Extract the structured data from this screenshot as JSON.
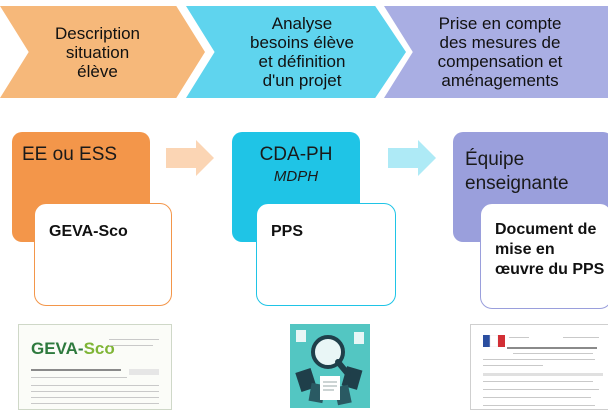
{
  "chevrons": [
    {
      "lines": [
        "Description",
        "situation",
        "élève"
      ],
      "color": "#f6b87a"
    },
    {
      "lines": [
        "Analyse",
        "besoins élève",
        "et définition",
        "d'un projet"
      ],
      "color": "#5fd4ee"
    },
    {
      "lines": [
        "Prise en compte",
        "des mesures de",
        "compensation et",
        "aménagements"
      ],
      "color": "#a9aee3"
    }
  ],
  "actors": [
    {
      "label": "EE ou ESS",
      "color": "#f3964a"
    },
    {
      "label": "CDA-PH",
      "sublabel": "MDPH",
      "color": "#1fc4e6"
    },
    {
      "label_lines": [
        "Équipe",
        "enseignante"
      ],
      "color": "#9a9fdc"
    }
  ],
  "documents": [
    {
      "lines": [
        "GEVA-Sco"
      ]
    },
    {
      "lines": [
        "PPS"
      ]
    },
    {
      "lines": [
        "Document de",
        "mise en",
        "œuvre du PPS"
      ]
    }
  ],
  "thumbnails": {
    "geva_logo_main": "GEVA-",
    "geva_logo_sco": "Sco"
  },
  "colors": {
    "arrow_orange": "#fbd5b4",
    "arrow_blue": "#aeeaf6"
  }
}
